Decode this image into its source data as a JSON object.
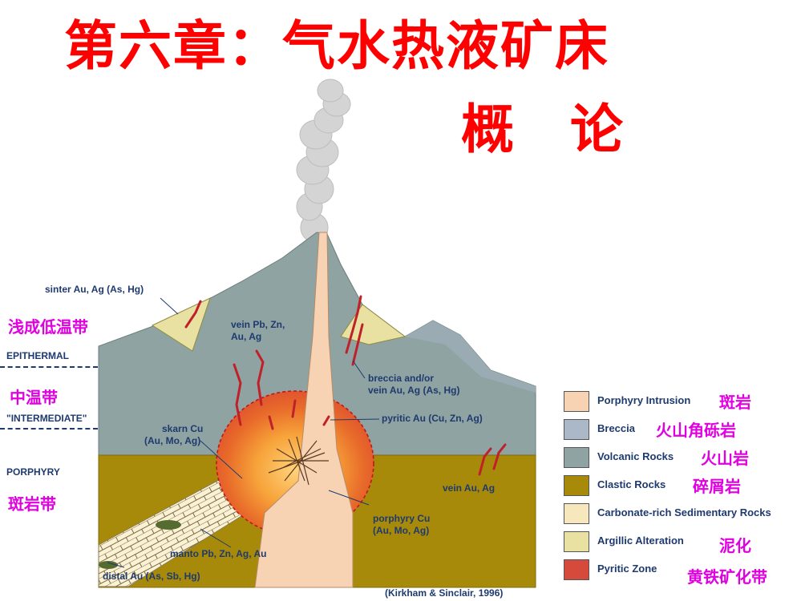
{
  "title": {
    "line1": "第六章：气水热液矿床",
    "line2": "概　论"
  },
  "zones": {
    "epithermal": "EPITHERMAL",
    "intermediate": "\"INTERMEDIATE\"",
    "porphyry": "PORPHYRY",
    "epithermal_cn": "浅成低温带",
    "intermediate_cn": "中温带",
    "porphyry_cn": "斑岩带"
  },
  "deposits": {
    "sinter": "sinter Au, Ag (As, Hg)",
    "vein_pb": [
      "vein Pb, Zn,",
      "Au, Ag"
    ],
    "breccia": [
      "breccia and/or",
      "vein Au, Ag (As, Hg)"
    ],
    "pyritic": "pyritic Au (Cu, Zn, Ag)",
    "skarn": [
      "skarn Cu",
      "(Au, Mo, Ag)"
    ],
    "vein_au": "vein Au, Ag",
    "porphyry_cu": [
      "porphyry Cu",
      "(Au, Mo, Ag)"
    ],
    "manto": "manto Pb, Zn, Ag, Au",
    "distal": "distal Au (As, Sb, Hg)"
  },
  "citation": "(Kirkham & Sinclair, 1996)",
  "legend": [
    {
      "en": "Porphyry Intrusion",
      "cn": "斑岩",
      "color": "#f7d3b4"
    },
    {
      "en": "Breccia",
      "cn": "火山角砾岩",
      "color": "#aab8c8"
    },
    {
      "en": "Volcanic Rocks",
      "cn": "火山岩",
      "color": "#8fa3a2"
    },
    {
      "en": "Clastic Rocks",
      "cn": "碎屑岩",
      "color": "#a88a0a"
    },
    {
      "en": "Carbonate-rich Sedimentary Rocks",
      "cn": "",
      "color": "#f6e8bc"
    },
    {
      "en": "Argillic Alteration",
      "cn": "泥化",
      "color": "#e9e1a2"
    },
    {
      "en": "Pyritic Zone",
      "cn": "黄铁矿化带",
      "color": "#d64a3c"
    }
  ]
}
